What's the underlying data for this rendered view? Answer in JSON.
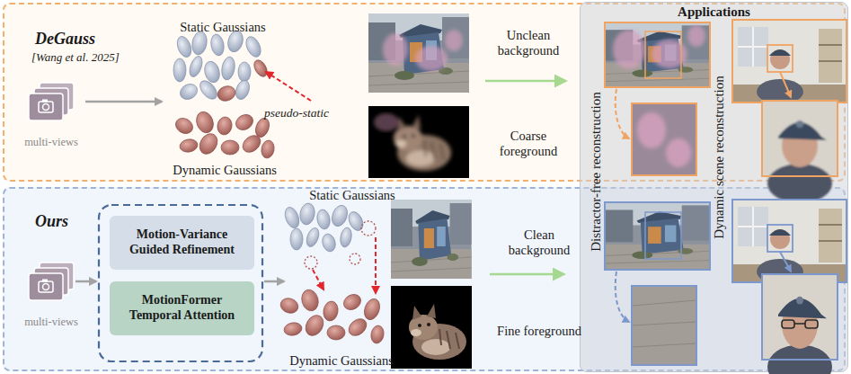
{
  "diagram": {
    "nodes": [
      {
        "text": [
          "DeGauss",
          "[Wang et al. 2025]"
        ]
      },
      {
        "text": [
          "Ours"
        ]
      },
      {
        "text": [
          "Motion-Variance Guided Refinement"
        ],
        "in": 1
      },
      {
        "text": [
          "MotionFormer Temporal Attention"
        ],
        "in": 1
      },
      {
        "text": [
          "Applications",
          "Distractor-free reconstruction",
          "Dynamic scene reconstruction"
        ]
      }
    ],
    "labels": [
      "Static Gaussians",
      "pseudo-static",
      "Dynamic Gaussians",
      "multi-views",
      "Unclean background",
      "Coarse foreground",
      "multi-views",
      "Static Gaussians",
      "Dynamic Gaussians",
      "Clean background",
      "Fine foreground"
    ]
  }
}
